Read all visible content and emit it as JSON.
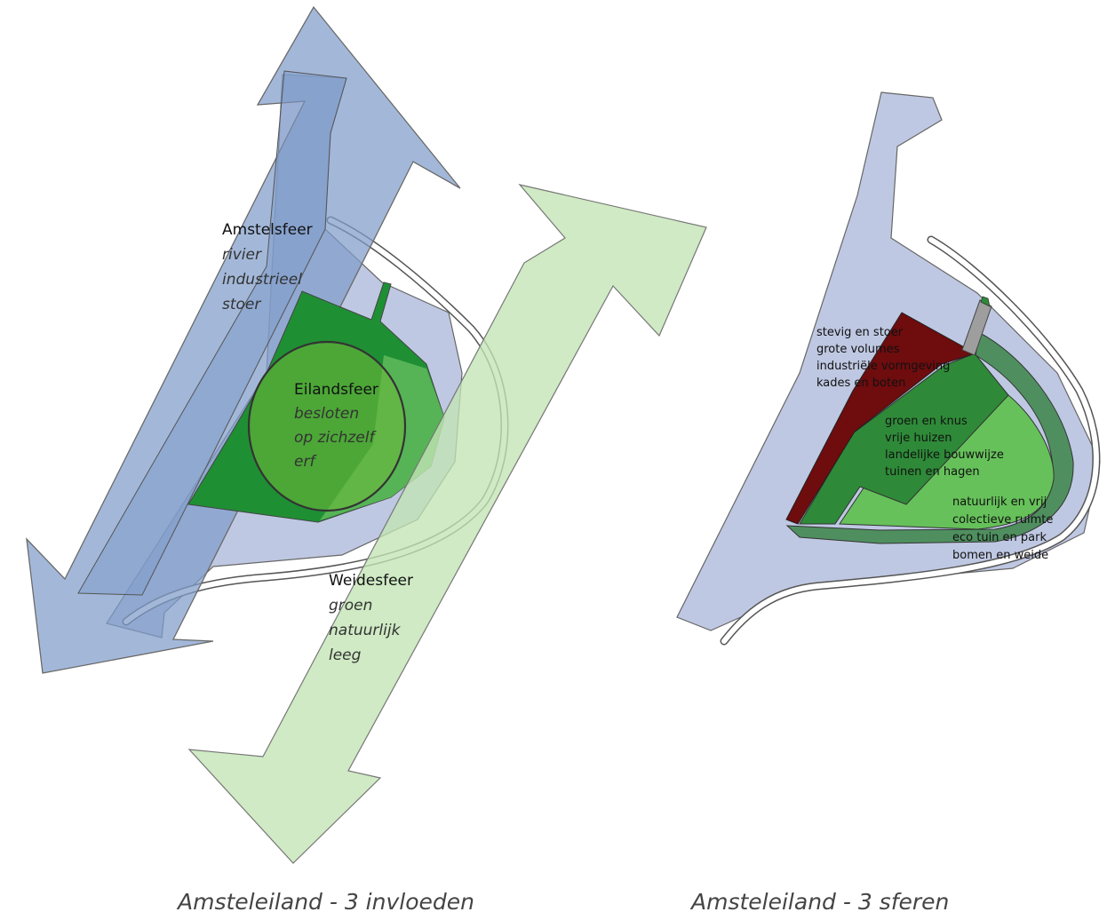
{
  "left_diagram": {
    "amstel": {
      "title": "Amstelsfeer",
      "lines": [
        "rivier",
        "industrieel",
        "stoer"
      ]
    },
    "eiland": {
      "title": "Eilandsfeer",
      "lines": [
        "besloten",
        "op zichzelf",
        "erf"
      ]
    },
    "weide": {
      "title": "Weidesfeer",
      "lines": [
        "groen",
        "natuurlijk",
        "leeg"
      ]
    },
    "caption": "Amsteleiland - 3 invloeden"
  },
  "right_diagram": {
    "zone_red": [
      "stevig en stoer",
      "grote volumes",
      "industriële vormgeving",
      "kades en boten"
    ],
    "zone_green": [
      "groen en knus",
      "vrije huizen",
      "landelijke bouwwijze",
      "tuinen en hagen"
    ],
    "zone_light": [
      "natuurlijk en vrij",
      "colectieve ruimte",
      "eco tuin en park",
      "bomen en weide"
    ],
    "caption": "Amsteleiland - 3 sferen"
  },
  "colors": {
    "water": "#bfc8e2",
    "amstel_arrow": "#7f9dca",
    "weide_arrow": "#c2e4b4",
    "eiland_green": "#1f8f34",
    "eiland_light": "#5cb85a",
    "red_zone": "#6e0c0e",
    "mid_green": "#2e8a38",
    "light_green": "#66c15a",
    "dark_band": "#4f8f5f"
  }
}
